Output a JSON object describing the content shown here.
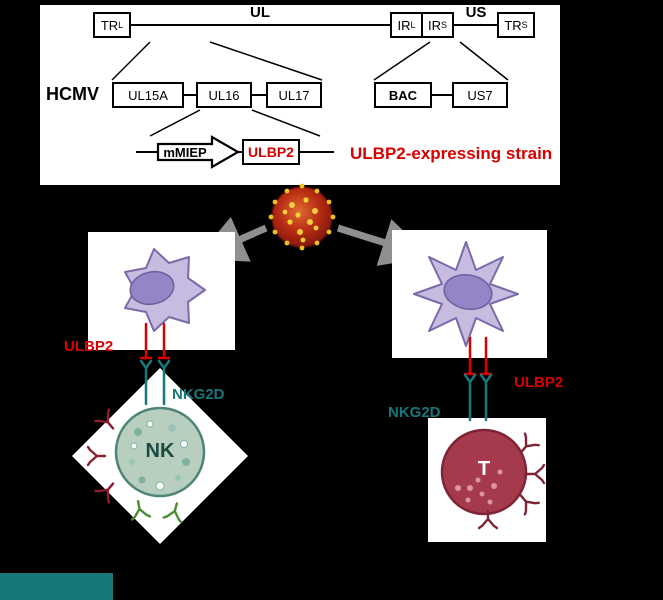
{
  "colors": {
    "accent_red": "#d80000",
    "accent_teal": "#17777b",
    "arrow_gray": "#8f8f8f",
    "cell_purple": "#c7bcdf",
    "nk_green": "#b8cfc0",
    "t_maroon": "#a63a4d"
  },
  "genome_map": {
    "ul_region": "UL",
    "us_region": "US",
    "tr_l": {
      "base": "TR",
      "sub": "L"
    },
    "ir_l": {
      "base": "IR",
      "sub": "L"
    },
    "ir_s": {
      "base": "IR",
      "sub": "S"
    },
    "tr_s": {
      "base": "TR",
      "sub": "S"
    },
    "virus_name": "HCMV",
    "genes": [
      "UL15A",
      "UL16",
      "UL17",
      "BAC",
      "US7"
    ],
    "promoter": "mMIEP",
    "insert": "ULBP2",
    "strain_label": "ULBP2-expressing strain"
  },
  "nk_branch": {
    "ligand": "ULBP2",
    "receptor": "NKG2D",
    "cell_label": "NK"
  },
  "t_branch": {
    "ligand": "ULBP2",
    "receptor": "NKG2D",
    "cell_label": "T"
  }
}
